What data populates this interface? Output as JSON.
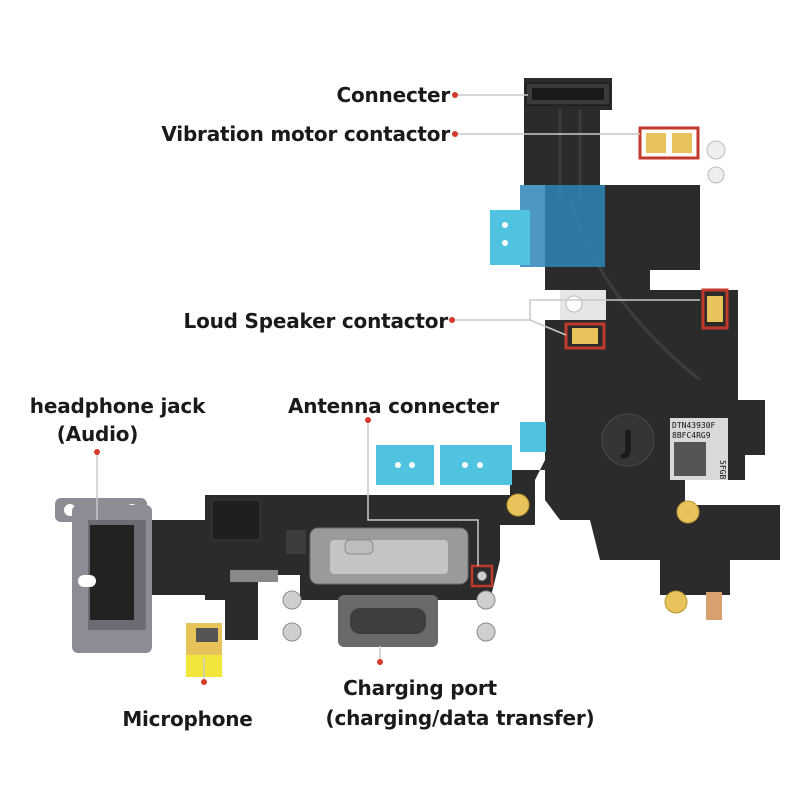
{
  "labels": {
    "connecter": "Connecter",
    "vibration": "Vibration motor contactor",
    "speaker": "Loud Speaker contactor",
    "headphone_line1": "headphone jack",
    "headphone_line2": "(Audio)",
    "antenna": "Antenna connecter",
    "charging_line1": "Charging port",
    "charging_line2": "(charging/data transfer)",
    "microphone": "Microphone"
  },
  "board_text": {
    "chip_code_1": "DTN43930F",
    "chip_code_2": "8BFC4RG9",
    "chip_code_3": "5FGB",
    "logo_letter": "J"
  },
  "colors": {
    "flex_board": "#2b2b2b",
    "highlight_box": "#c0392b",
    "label_dot": "#d63a2a",
    "blue_tape": "#4fc3e0",
    "gold_pad": "#e8c25a",
    "headphone_jack": "#8e8b94"
  }
}
